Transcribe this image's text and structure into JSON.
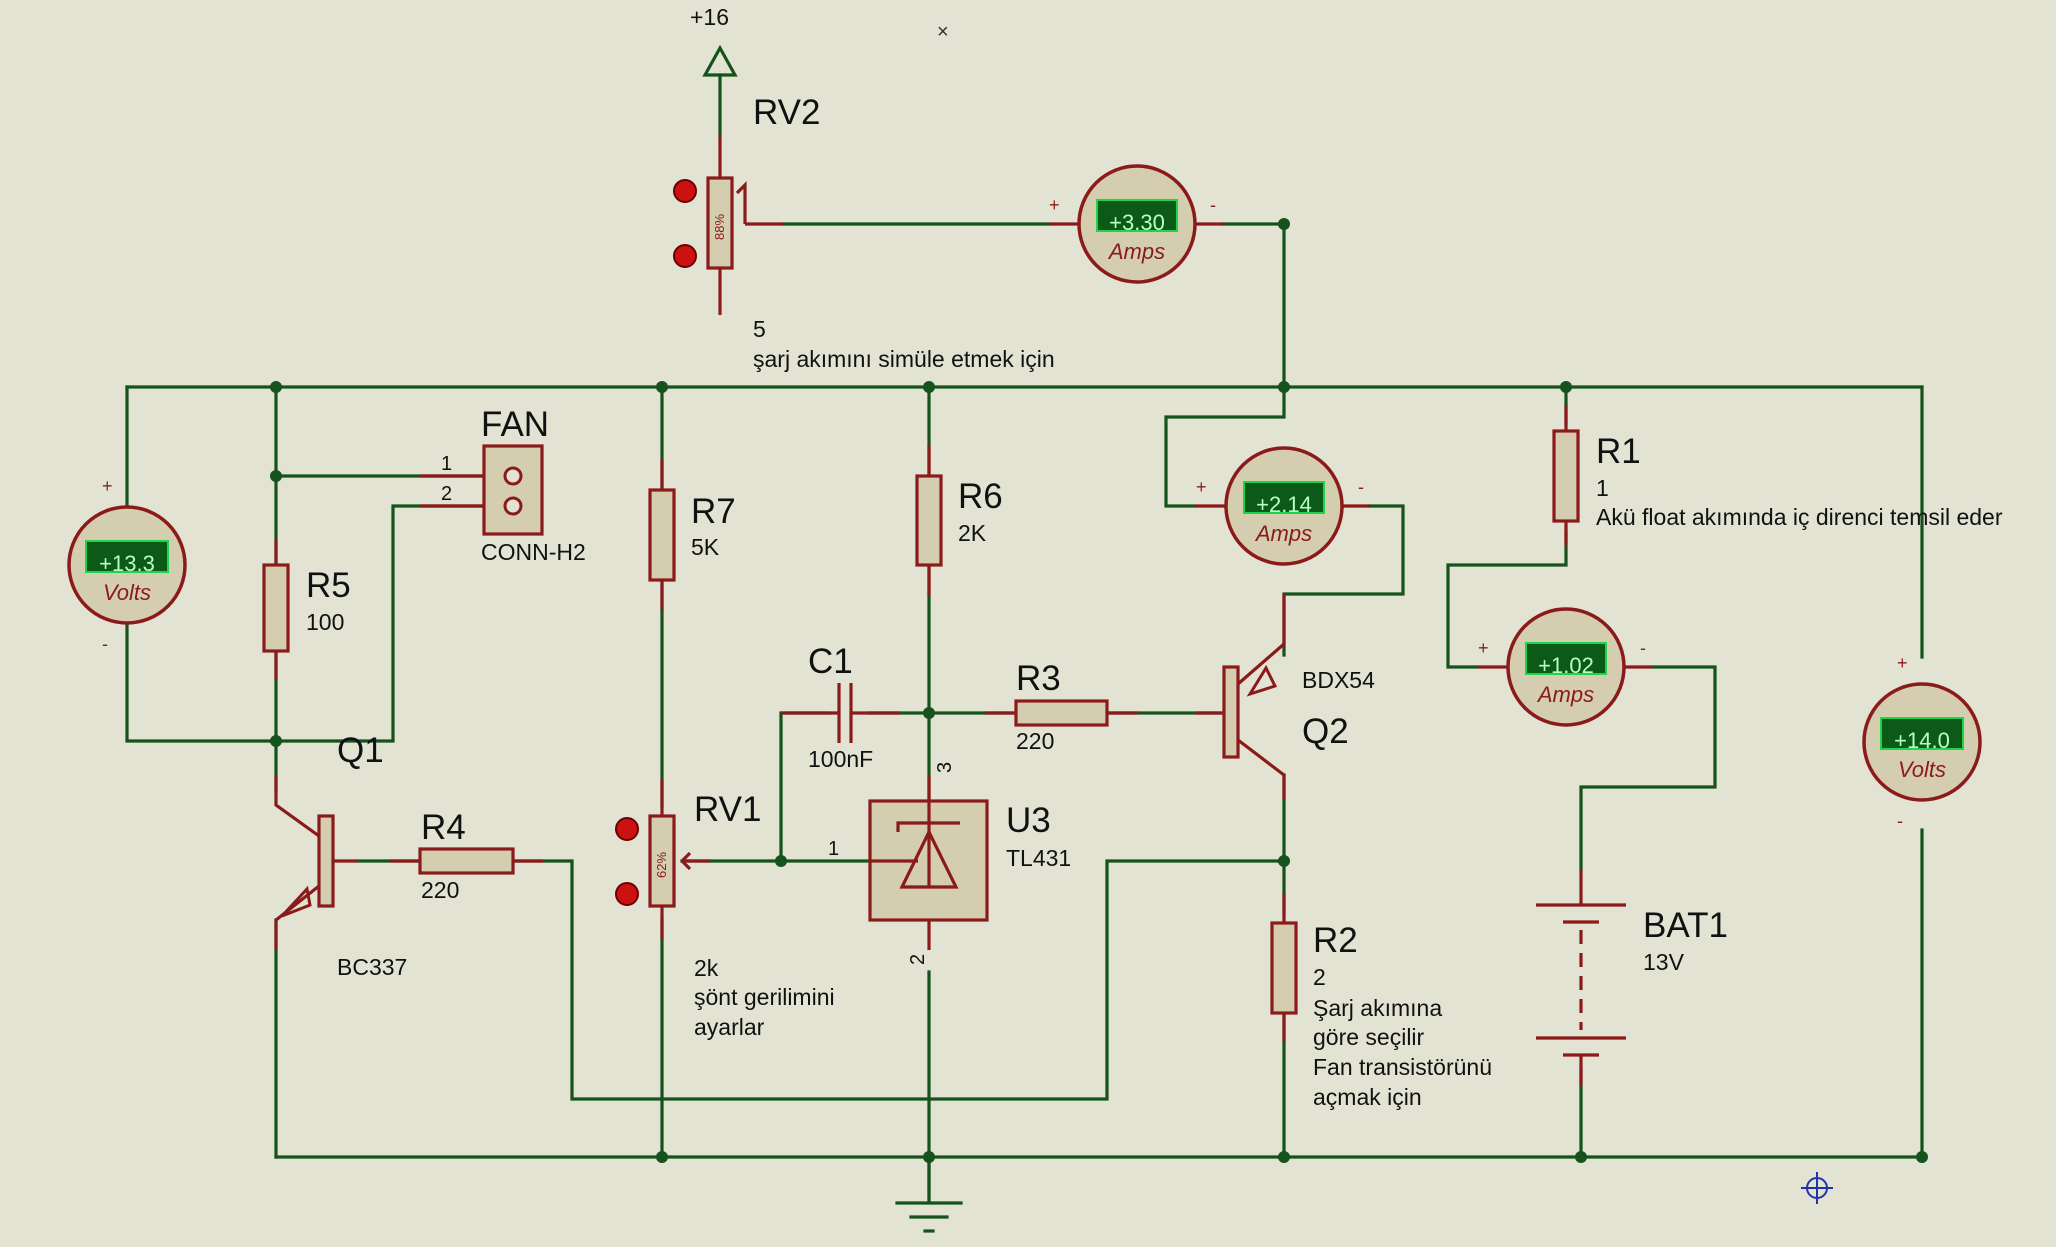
{
  "supply": {
    "label": "+16"
  },
  "rv2": {
    "ref": "RV2",
    "percent": "88%",
    "value": "5",
    "note": "şarj akımını simüle etmek için"
  },
  "meters": {
    "v_left": {
      "reading": "+13.3",
      "unit": "Volts",
      "plus": "+",
      "minus": "-"
    },
    "a_top": {
      "reading": "+3.30",
      "unit": "Amps",
      "plus": "+",
      "minus": "-"
    },
    "a_mid": {
      "reading": "+2.14",
      "unit": "Amps",
      "plus": "+",
      "minus": "-"
    },
    "a_bat": {
      "reading": "+1.02",
      "unit": "Amps",
      "plus": "+",
      "minus": "-"
    },
    "v_right": {
      "reading": "+14.0",
      "unit": "Volts",
      "plus": "+",
      "minus": "-"
    }
  },
  "fan": {
    "ref": "FAN",
    "type": "CONN-H2",
    "pin1": "1",
    "pin2": "2"
  },
  "r5": {
    "ref": "R5",
    "value": "100"
  },
  "r7": {
    "ref": "R7",
    "value": "5K"
  },
  "r6": {
    "ref": "R6",
    "value": "2K"
  },
  "r1": {
    "ref": "R1",
    "value": "1",
    "note": "Akü float akımında iç direnci temsil eder"
  },
  "c1": {
    "ref": "C1",
    "value": "100nF"
  },
  "r3": {
    "ref": "R3",
    "value": "220"
  },
  "q2": {
    "ref": "Q2",
    "type": "BDX54"
  },
  "q1": {
    "ref": "Q1",
    "type": "BC337"
  },
  "r4": {
    "ref": "R4",
    "value": "220"
  },
  "rv1": {
    "ref": "RV1",
    "percent": "62%",
    "value": "2k",
    "note1": "şönt gerilimini",
    "note2": "ayarlar"
  },
  "u3": {
    "ref": "U3",
    "type": "TL431",
    "pin1": "1",
    "pin2": "2",
    "pin3": "3"
  },
  "r2": {
    "ref": "R2",
    "value": "2",
    "note1": "Şarj akımına",
    "note2": "göre seçilir",
    "note3": "Fan transistörünü",
    "note4": "açmak için"
  },
  "bat1": {
    "ref": "BAT1",
    "value": "13V"
  },
  "colors": {
    "background": "#e3e3d3",
    "wire": "#15521c",
    "component": "#8b1a1a",
    "display": "#0b5a18"
  }
}
